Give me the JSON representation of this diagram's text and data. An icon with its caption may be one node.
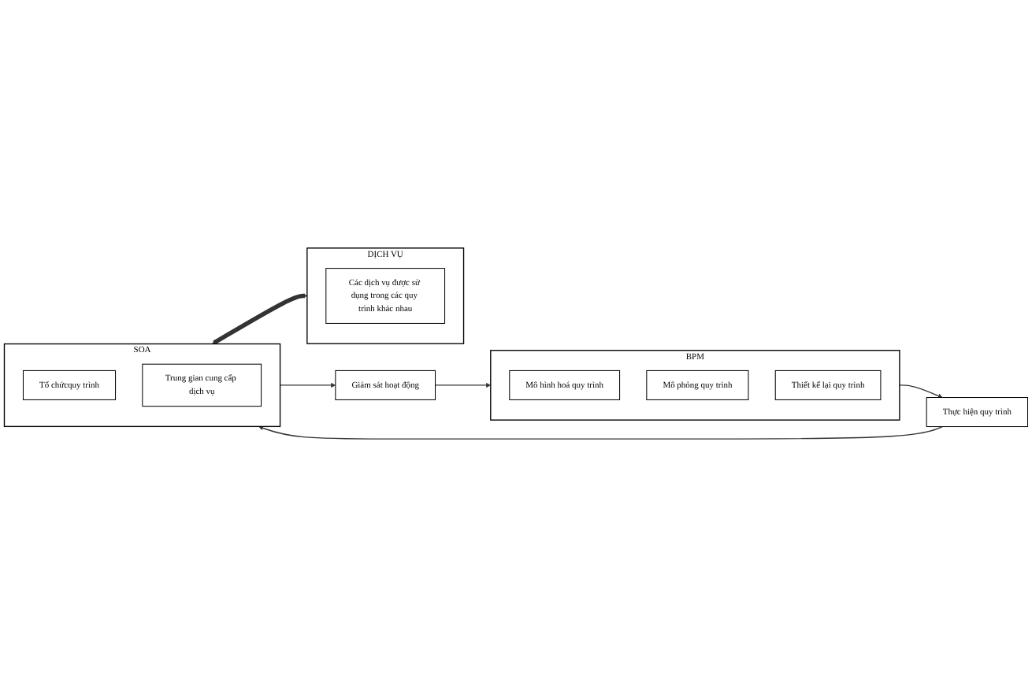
{
  "diagram": {
    "nodes": [
      {
        "text": [
          "Thực hiện quy trình"
        ]
      },
      {
        "text": [
          "BPM"
        ]
      },
      {
        "text": [
          "Mô hình hoá quy trình"
        ],
        "in": 1
      },
      {
        "text": [
          "Mô phỏng quy trình"
        ],
        "in": 1
      },
      {
        "text": [
          "Thiết kế lại quy trình"
        ],
        "in": 1
      },
      {
        "text": [
          "SOA"
        ]
      },
      {
        "text": [
          "Tổ chứcquy trình"
        ],
        "in": 5
      },
      {
        "text": [
          "Trung gian cung cấp dịch vụ"
        ],
        "in": 5
      },
      {
        "text": [
          "DỊCH VỤ"
        ]
      },
      {
        "text": [
          "Các dịch vụ được sử dụng trong các quy trình khác nhau"
        ],
        "in": 8
      },
      {
        "text": [
          "Giám sát hoạt động"
        ]
      }
    ],
    "edges": [
      {
        "from": 1,
        "to": 0,
        "arrow": "to"
      },
      {
        "from": 0,
        "to": 5,
        "arrow": "to"
      },
      {
        "from": 5,
        "to": 10,
        "arrow": "to"
      },
      {
        "from": 10,
        "to": 1,
        "arrow": "to"
      },
      {
        "from": 5,
        "to": 8,
        "arrow": "both",
        "style": "thick"
      }
    ]
  }
}
